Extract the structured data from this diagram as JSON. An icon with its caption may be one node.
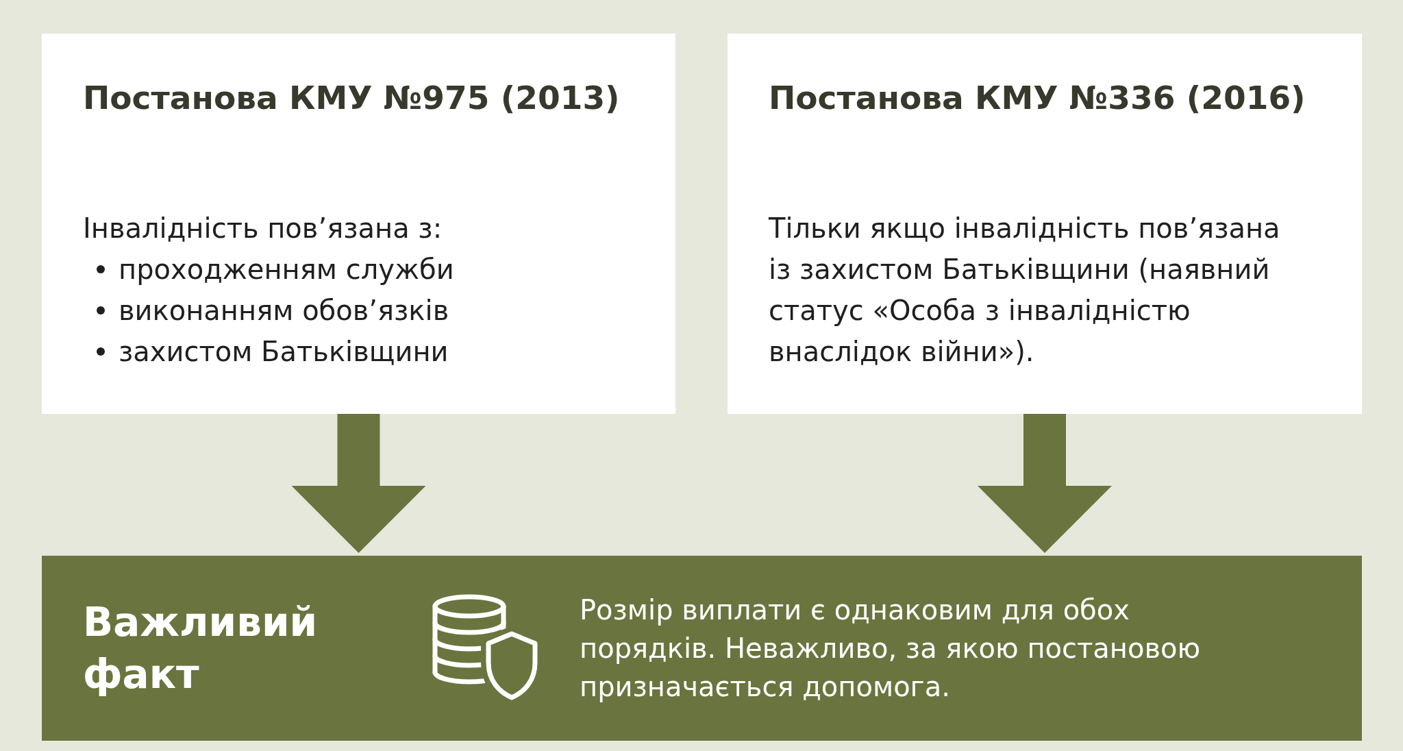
{
  "diagram": {
    "nodes": [
      {
        "text": [
          "Постанова КМУ №975 (2013)",
          "Інвалідність пов’язана з:",
          "проходженням служби",
          "виконанням обов’язків",
          "захистом Батьківщини"
        ]
      },
      {
        "text": [
          "Постанова КМУ №336 (2016)",
          "Тільки якщо інвалідність пов’язана із захистом Батьківщини (наявний статус «Особа з інвалідністю внаслідок війни»)."
        ]
      },
      {
        "text": [
          "Важливий факт",
          "Розмір виплати є однаковим для обох порядків. Неважливо, за якою постановою призначається допомога."
        ]
      }
    ],
    "edges": [
      {
        "from": 0,
        "to": 2,
        "arrow": "to"
      },
      {
        "from": 1,
        "to": 2,
        "arrow": "to"
      }
    ]
  }
}
